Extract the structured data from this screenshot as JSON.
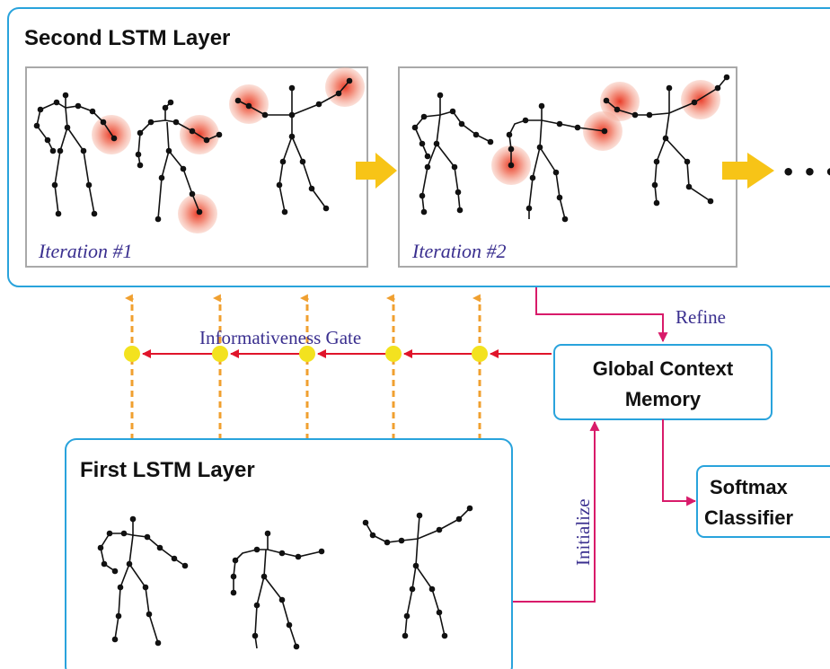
{
  "second_lstm": {
    "title": "Second LSTM Layer"
  },
  "iterations": [
    {
      "label": "Iteration #1"
    },
    {
      "label": "Iteration #2"
    }
  ],
  "gate": {
    "label": "Informativeness Gate"
  },
  "gcm": {
    "line1": "Global Context",
    "line2": "Memory"
  },
  "softmax": {
    "line1": "Softmax",
    "line2": "Classifier"
  },
  "first_lstm": {
    "title": "First LSTM Layer"
  },
  "edges": {
    "refine": "Refine",
    "initialize": "Initialize"
  },
  "ellipsis": "• • •",
  "colors": {
    "box_border": "#29a3dc",
    "panel_border": "#a9a9a9",
    "orange_arrow": "#f0a030",
    "big_arrow": "#f7c417",
    "red_arrow": "#e0142a",
    "magenta_edge": "#d81b6a",
    "gate_dot": "#f3e21f",
    "label_text": "#3a2f8f"
  }
}
